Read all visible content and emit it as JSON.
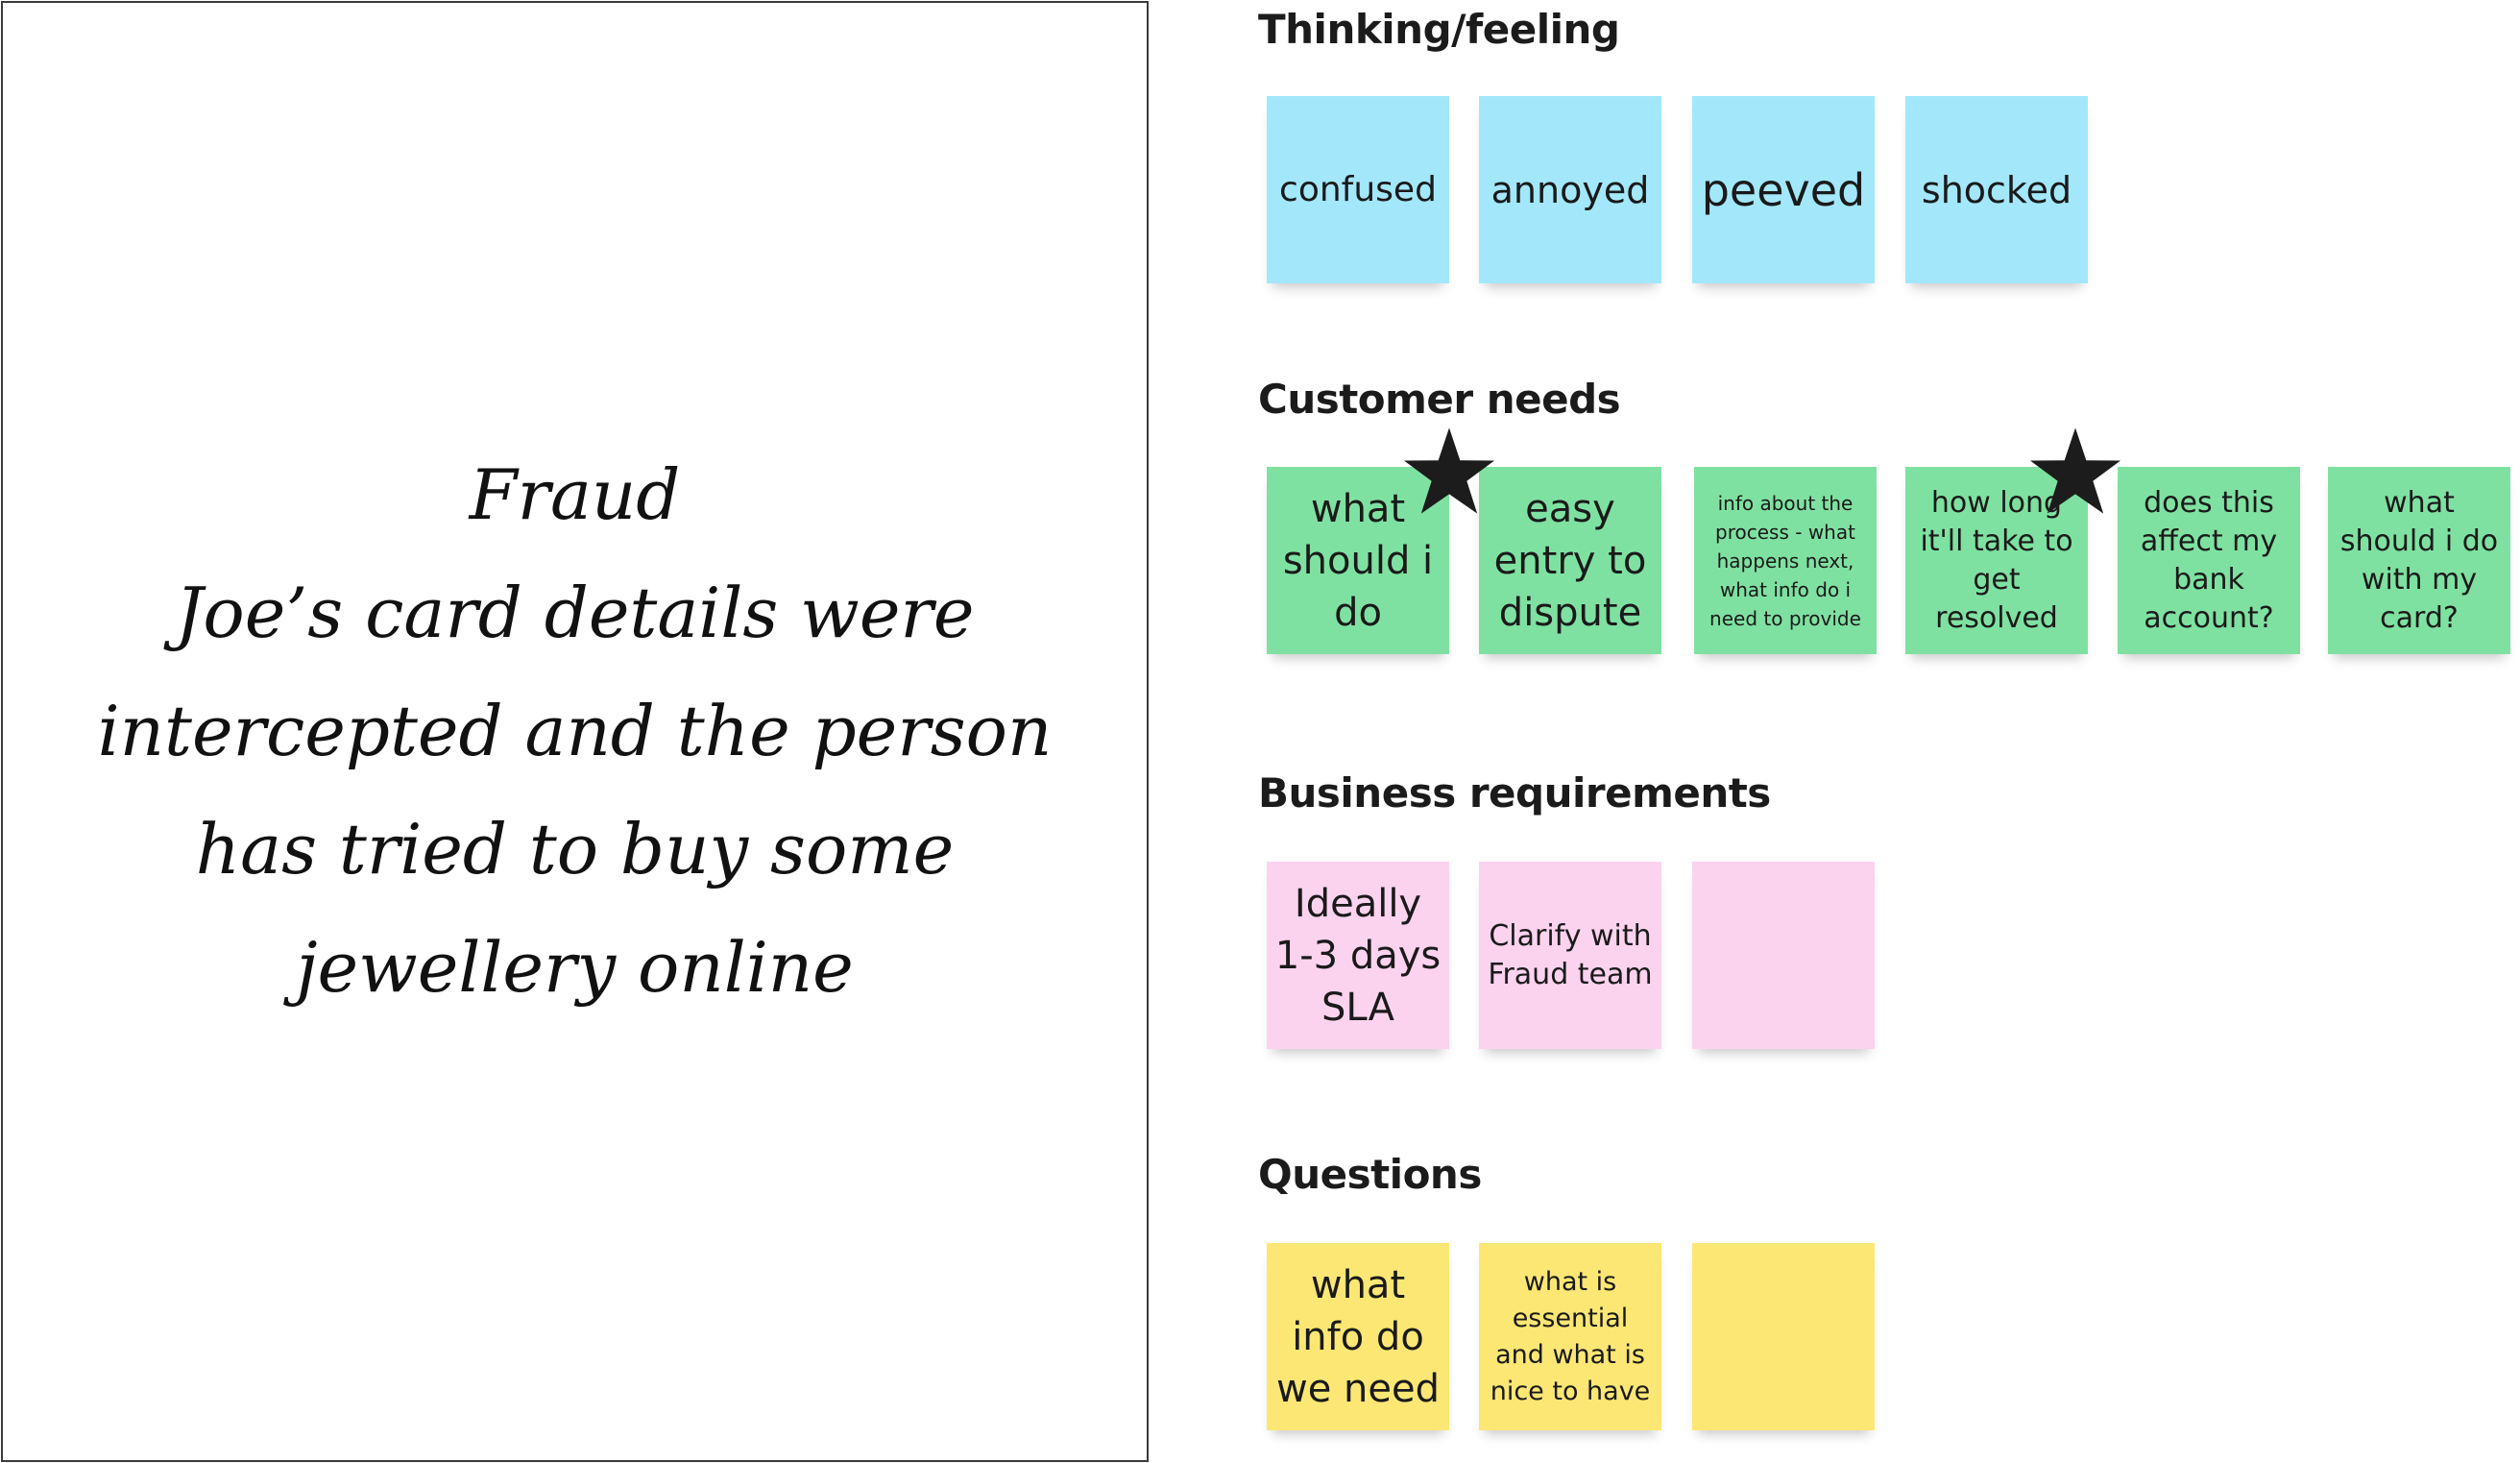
{
  "scenario": {
    "title": "Fraud",
    "body": "Joe’s card details were intercepted and the person has tried to buy some jewellery online"
  },
  "sections": {
    "thinking_feeling": {
      "heading": "Thinking/feeling",
      "notes": [
        "confused",
        "annoyed",
        "peeved",
        "shocked"
      ]
    },
    "customer_needs": {
      "heading": "Customer needs",
      "notes": [
        "what should i do",
        "easy entry to dispute",
        "info about the process - what happens next, what info do i need to provide",
        "how long it'll take to get resolved",
        "does this affect my bank account?",
        "what should i do with my card?"
      ]
    },
    "business_requirements": {
      "heading": "Business requirements",
      "notes": [
        "Ideally 1-3 days SLA",
        "Clarify with Fraud team",
        ""
      ]
    },
    "questions": {
      "heading": "Questions",
      "notes": [
        "what info do we need",
        "what is essential and what is nice to have",
        ""
      ]
    }
  },
  "colors": {
    "blue_sticky": "#a3e7fb",
    "green_sticky": "#7fe1a1",
    "pink_sticky": "#fcd3ef",
    "yellow_sticky": "#fde774",
    "star": "#1c1c1c"
  },
  "icons": [
    "star-icon",
    "star-icon"
  ]
}
